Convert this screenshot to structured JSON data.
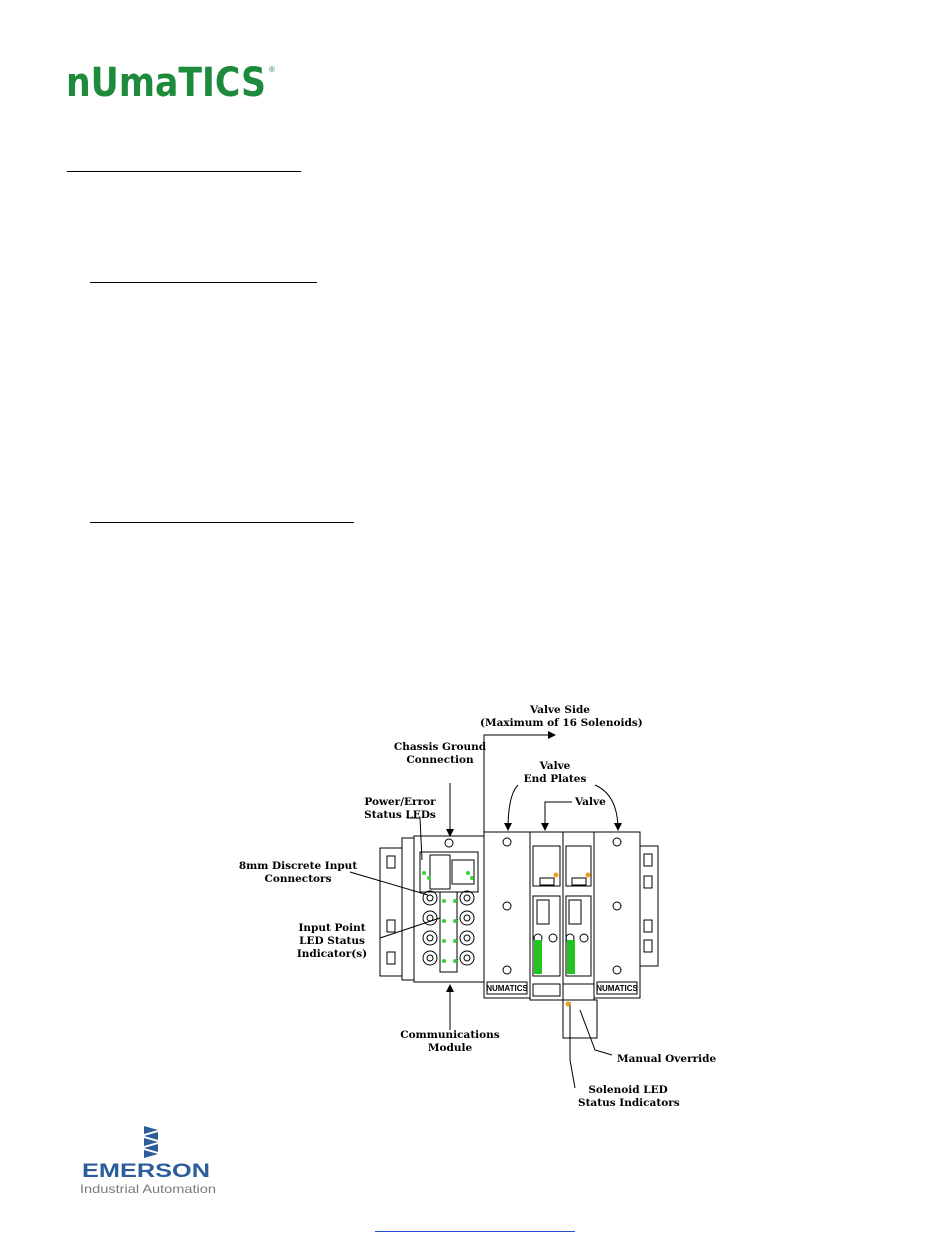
{
  "header": {
    "logo_text": "nUmaTICS",
    "logo_color": "#1e8a3c",
    "registered_mark": "®"
  },
  "diagram": {
    "labels": {
      "valve_side": [
        "Valve Side",
        "(Maximum of 16 Solenoids)"
      ],
      "chassis_ground": [
        "Chassis Ground",
        "Connection"
      ],
      "valve_end_plates": [
        "Valve",
        "End Plates"
      ],
      "valve": "Valve",
      "power_error": [
        "Power/Error",
        "Status LEDs"
      ],
      "discrete_input": [
        "8mm Discrete Input",
        "Connectors"
      ],
      "input_point": [
        "Input Point",
        "LED Status",
        "Indicator(s)"
      ],
      "communications": [
        "Communications",
        "Module"
      ],
      "manual_override": "Manual Override",
      "solenoid_led": [
        "Solenoid LED",
        "Status Indicators"
      ]
    },
    "end_plate_text": "NUMATICS",
    "colors": {
      "led_green": "#3bd13b",
      "led_amber": "#e8a21a",
      "label_green": "#22c322"
    }
  },
  "footer": {
    "emerson_name": "EMERSON",
    "emerson_tagline": "Industrial Automation",
    "emerson_color": "#2c5d9a",
    "tagline_color": "#7a7a7a"
  }
}
